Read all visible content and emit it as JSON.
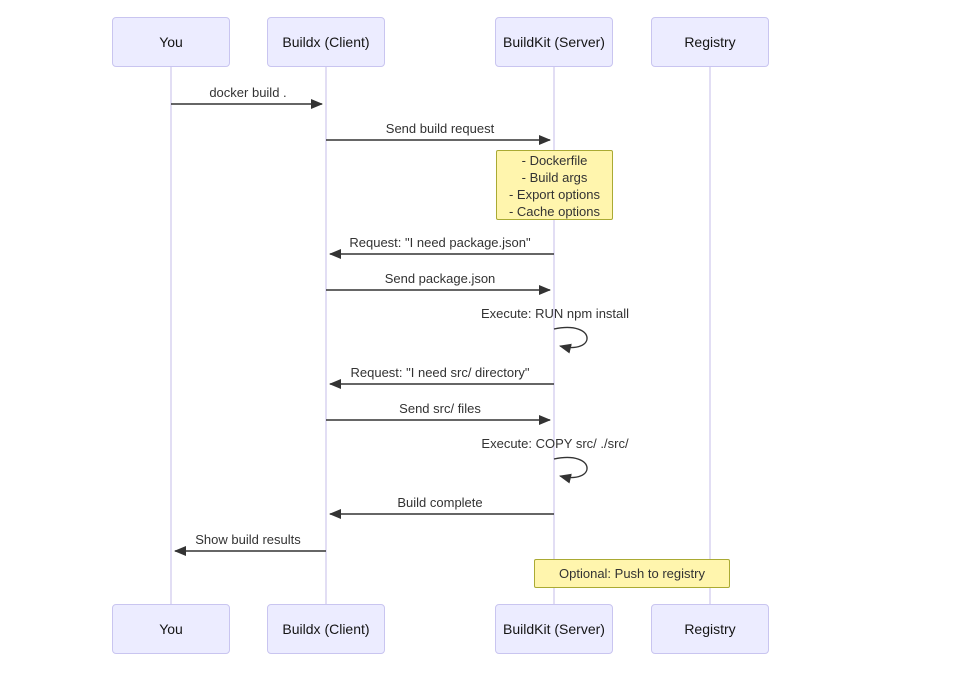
{
  "diagram": {
    "type": "sequence",
    "participants": [
      {
        "id": "you",
        "label": "You"
      },
      {
        "id": "buildx",
        "label": "Buildx (Client)"
      },
      {
        "id": "buildkit",
        "label": "BuildKit (Server)"
      },
      {
        "id": "registry",
        "label": "Registry"
      }
    ],
    "messages": [
      {
        "from": "you",
        "to": "buildx",
        "label": "docker build ."
      },
      {
        "from": "buildx",
        "to": "buildkit",
        "label": "Send build request"
      },
      {
        "from": "buildkit",
        "to": "buildx",
        "label": "Request: \"I need package.json\""
      },
      {
        "from": "buildx",
        "to": "buildkit",
        "label": "Send package.json"
      },
      {
        "from": "buildkit",
        "to": "buildkit",
        "label": "Execute: RUN npm install",
        "self": true
      },
      {
        "from": "buildkit",
        "to": "buildx",
        "label": "Request: \"I need src/ directory\""
      },
      {
        "from": "buildx",
        "to": "buildkit",
        "label": "Send src/ files"
      },
      {
        "from": "buildkit",
        "to": "buildkit",
        "label": "Execute: COPY src/ ./src/",
        "self": true
      },
      {
        "from": "buildkit",
        "to": "buildx",
        "label": "Build complete"
      },
      {
        "from": "buildx",
        "to": "you",
        "label": "Show build results"
      }
    ],
    "notes": [
      {
        "over": [
          "buildkit"
        ],
        "lines": [
          "- Dockerfile",
          "- Build args",
          "- Export options",
          "- Cache options"
        ]
      },
      {
        "over": [
          "buildkit",
          "registry"
        ],
        "label": "Optional: Push to registry"
      }
    ],
    "colors": {
      "actor_fill": "#ECECFF",
      "actor_border": "#c9c5f0",
      "lifeline": "#cfc9ec",
      "arrow": "#333333",
      "note_fill": "#fff5ad",
      "note_border": "#aaaa33",
      "text": "#333333"
    }
  }
}
